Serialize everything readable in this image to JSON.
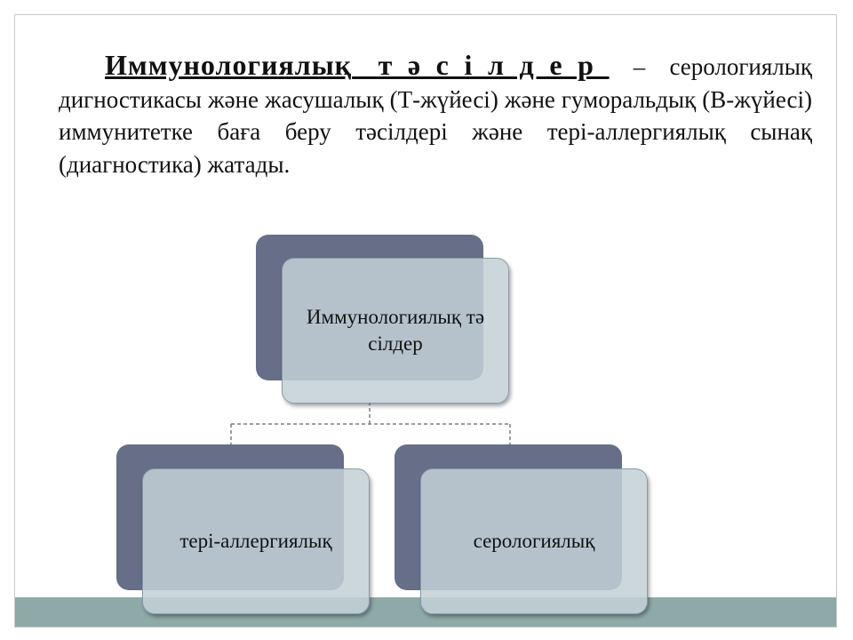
{
  "text": {
    "heading_part1": "Иммунологиялық",
    "heading_part2": "тәсілдер",
    "dash": " –",
    "line1_rest": "серологиялық дигностикасы және жасушалық (Т-жүйесі) және гуморальдық (В-жүйесі) иммунитетке баға беру тәсілдері және тері-аллергиялық сынақ (диагностика) жатады."
  },
  "diagram": {
    "root": "Иммунологиялық тәсілдер",
    "children": [
      "тері-аллергиялық",
      "серологиялық"
    ]
  },
  "colors": {
    "back_box": "#666e88",
    "front_box": "#c4d0d6",
    "bottom_band": "#8eaaa8"
  }
}
